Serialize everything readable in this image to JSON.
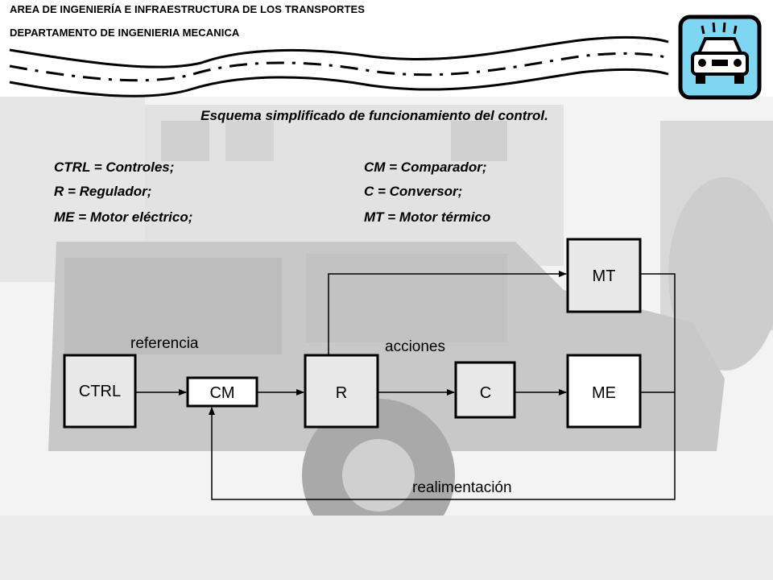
{
  "header": {
    "line1": "AREA DE INGENIERÍA E INFRAESTRUCTURA DE LOS TRANSPORTES",
    "line2": "DEPARTAMENTO DE INGENIERIA MECANICA"
  },
  "title": "Esquema simplificado de funcionamiento del control.",
  "legend": {
    "left": [
      "CTRL = Controles;",
      "R = Regulador;",
      "ME = Motor eléctrico;"
    ],
    "right": [
      "CM = Comparador;",
      "C = Conversor;",
      "MT = Motor térmico"
    ]
  },
  "diagram": {
    "blocks": {
      "ctrl": "CTRL",
      "cm": "CM",
      "r": "R",
      "c": "C",
      "me": "ME",
      "mt": "MT"
    },
    "labels": {
      "referencia": "referencia",
      "acciones": "acciones",
      "realimentacion": "realimentación"
    }
  },
  "icons": [
    "car-warning-icon",
    "road-icon",
    "vehicle-background-image"
  ],
  "colors": {
    "icon_bg": "#7fd6f2",
    "background_gray": "#d6d6d6"
  }
}
